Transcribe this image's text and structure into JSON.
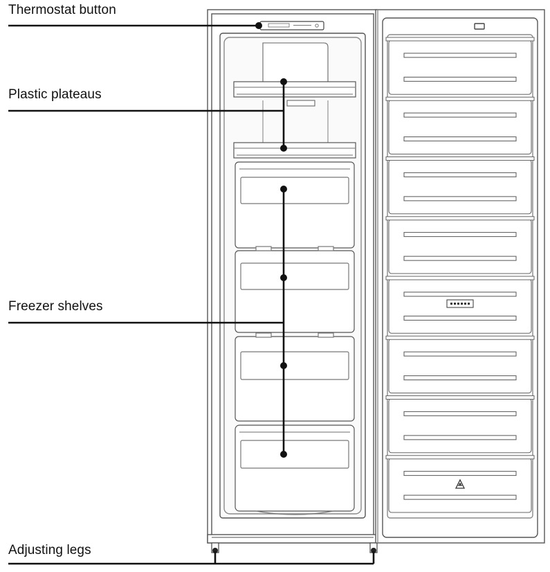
{
  "labels": {
    "thermostat": "Thermostat button",
    "plateaus": "Plastic plateaus",
    "shelves": "Freezer shelves",
    "legs": "Adjusting legs"
  },
  "colors": {
    "line": "#111111",
    "outline": "#555555",
    "light_outline": "#8a8a8a",
    "fill": "#ffffff",
    "inner_fill": "#f6f6f6"
  },
  "counts": {
    "door_compartments": 8,
    "freezer_drawers": 4,
    "plastic_plateaus": 2
  },
  "icons": [
    "thermostat-panel-icon",
    "energy-label-icon",
    "recycle-icon"
  ]
}
